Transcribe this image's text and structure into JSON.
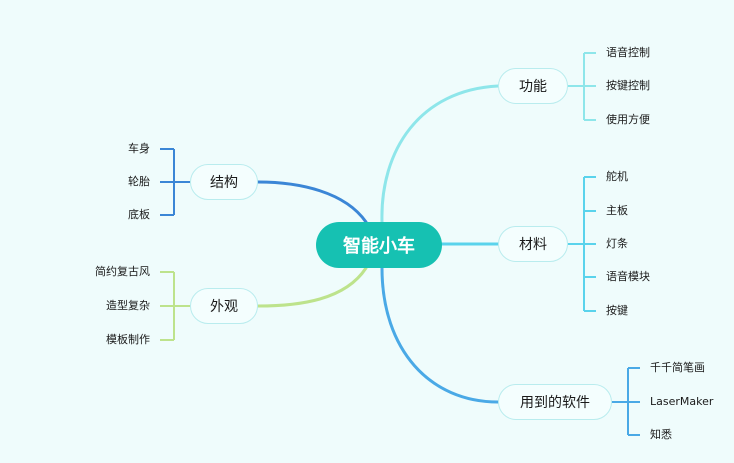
{
  "mindmap": {
    "root": "智能小车",
    "branches": {
      "gongneng": {
        "label": "功能",
        "color": "#8ee6ea",
        "items": [
          "语音控制",
          "按键控制",
          "使用方便"
        ]
      },
      "cailiao": {
        "label": "材料",
        "color": "#5ad3ec",
        "items": [
          "舵机",
          "主板",
          "灯条",
          "语音模块",
          "按键"
        ]
      },
      "ruanjian": {
        "label": "用到的软件",
        "color": "#4aa9e6",
        "items": [
          "千千简笔画",
          "LaserMaker",
          "知悉"
        ]
      },
      "jiegou": {
        "label": "结构",
        "color": "#3b86d6",
        "items": [
          "车身",
          "轮胎",
          "底板"
        ]
      },
      "waiguan": {
        "label": "外观",
        "color": "#bde38c",
        "items": [
          "简约复古风",
          "造型复杂",
          "模板制作"
        ]
      }
    }
  }
}
